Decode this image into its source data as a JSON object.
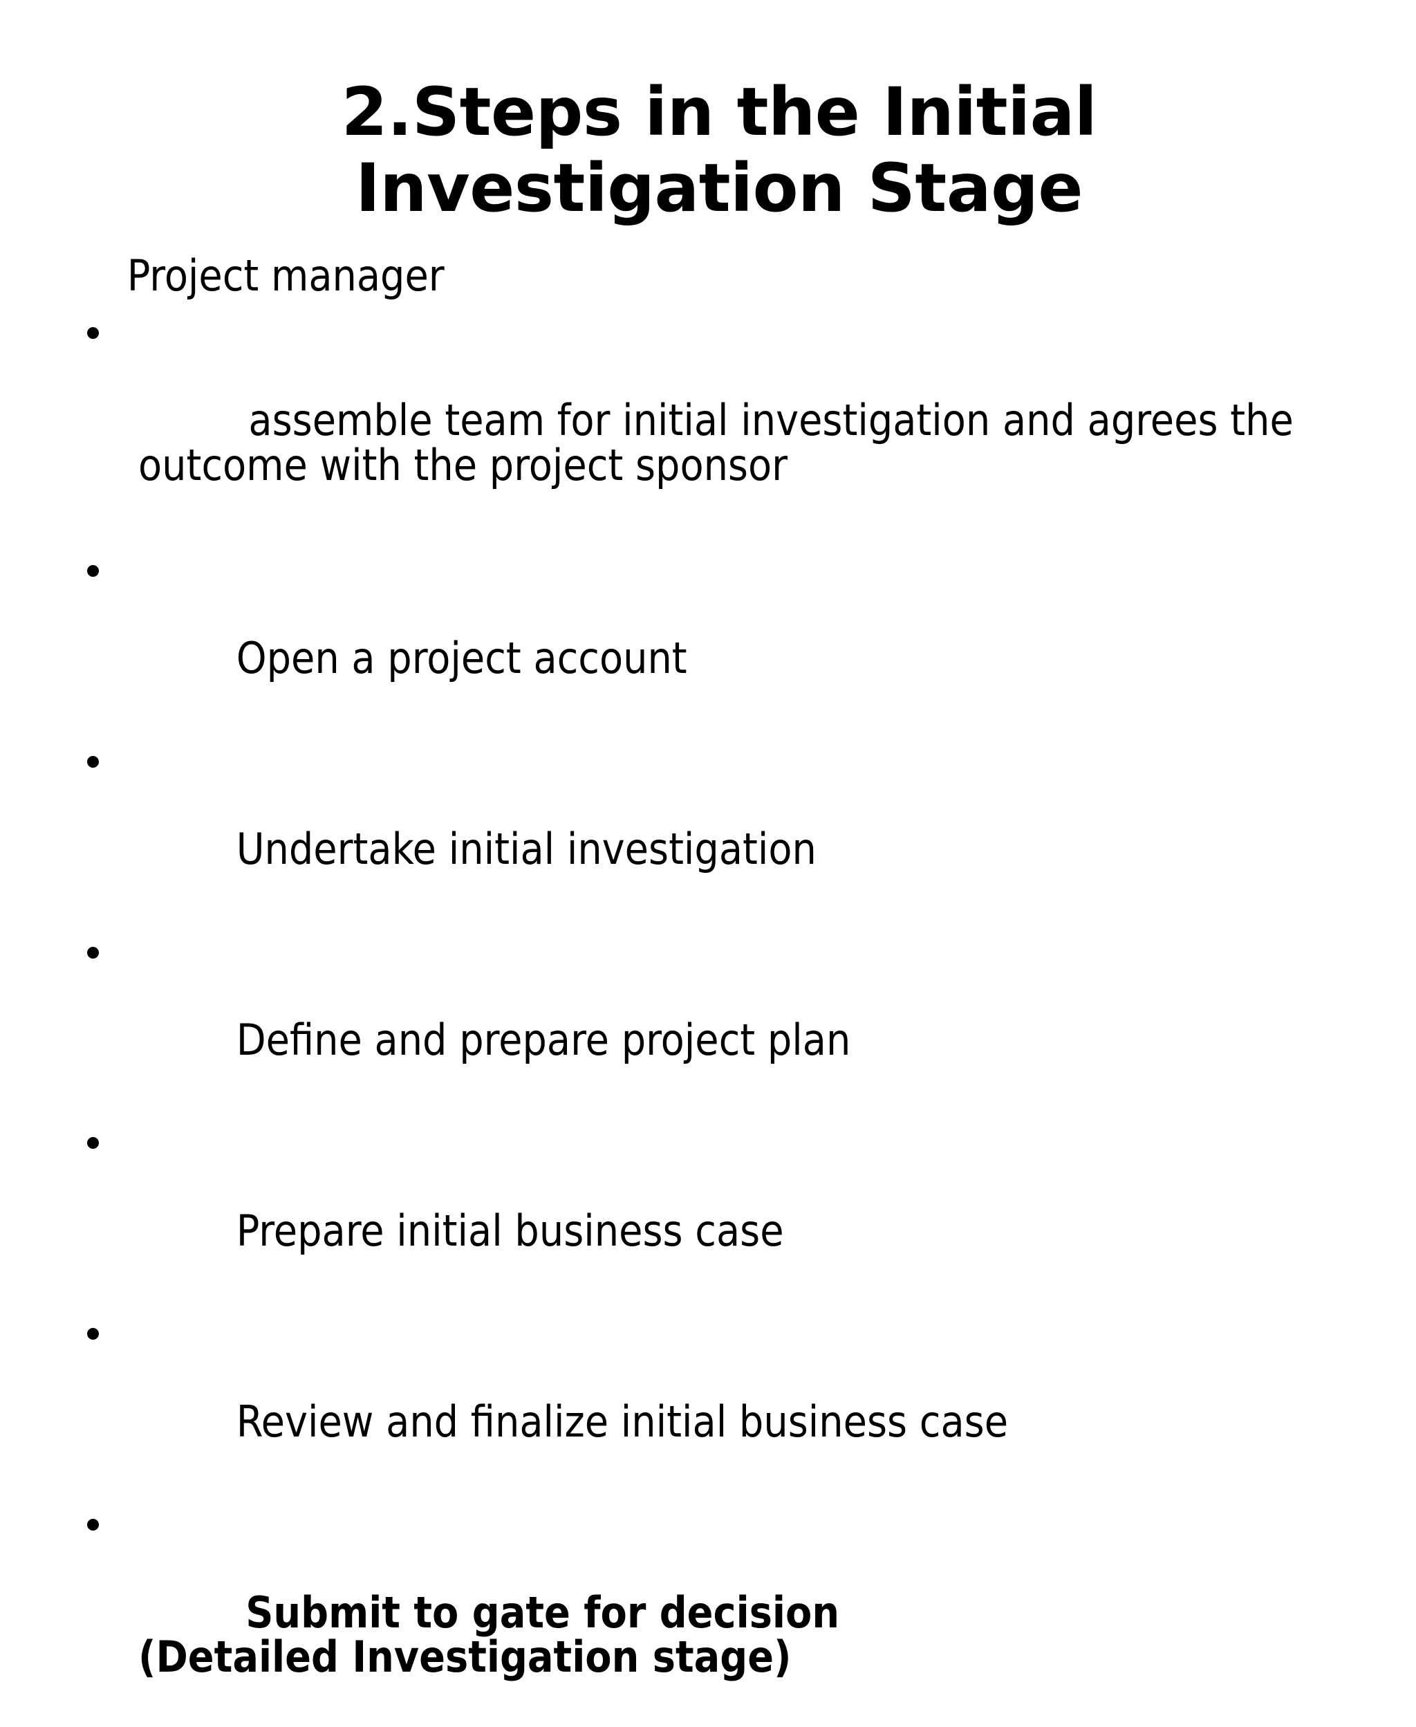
{
  "slide": {
    "background_color": "#ffffff",
    "text_color": "#000000",
    "title": "2.Steps in the Initial Investigation Stage",
    "lead_line": " Project manager",
    "bullets": [
      {
        "text": " assemble team for initial investigation and agrees the outcome with the project sponsor",
        "bold": false
      },
      {
        "text": "Open a project account",
        "bold": false
      },
      {
        "text": "Undertake initial investigation",
        "bold": false
      },
      {
        "text": "Define and prepare project plan",
        "bold": false
      },
      {
        "text": "Prepare initial business case",
        "bold": false
      },
      {
        "text": "Review and finalize initial business case",
        "bold": false
      },
      {
        "text": "Submit to gate for decision (Detailed Investigation stage)",
        "bold": true
      }
    ]
  }
}
